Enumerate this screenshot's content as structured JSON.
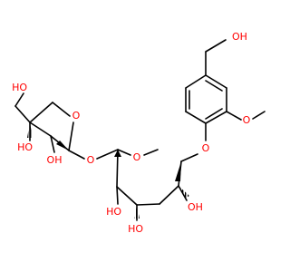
{
  "structure": {
    "colors": {
      "oxygen": "#ff0000",
      "bond": "#000000",
      "background": "#ffffff"
    },
    "labels": {
      "hoch2_top_right": "OH",
      "ome_o": "O",
      "aryl_ether_o": "O",
      "glc_ring_o": "O",
      "linker_o": "O",
      "furanose_ring_o": "O",
      "hoch2_left": "HO",
      "oh_quat_c": "HO",
      "oh_furan_c": "OH",
      "oh_glc_c4": "HO",
      "oh_glc_c3": "HO",
      "oh_glc_c2": "OH"
    }
  }
}
